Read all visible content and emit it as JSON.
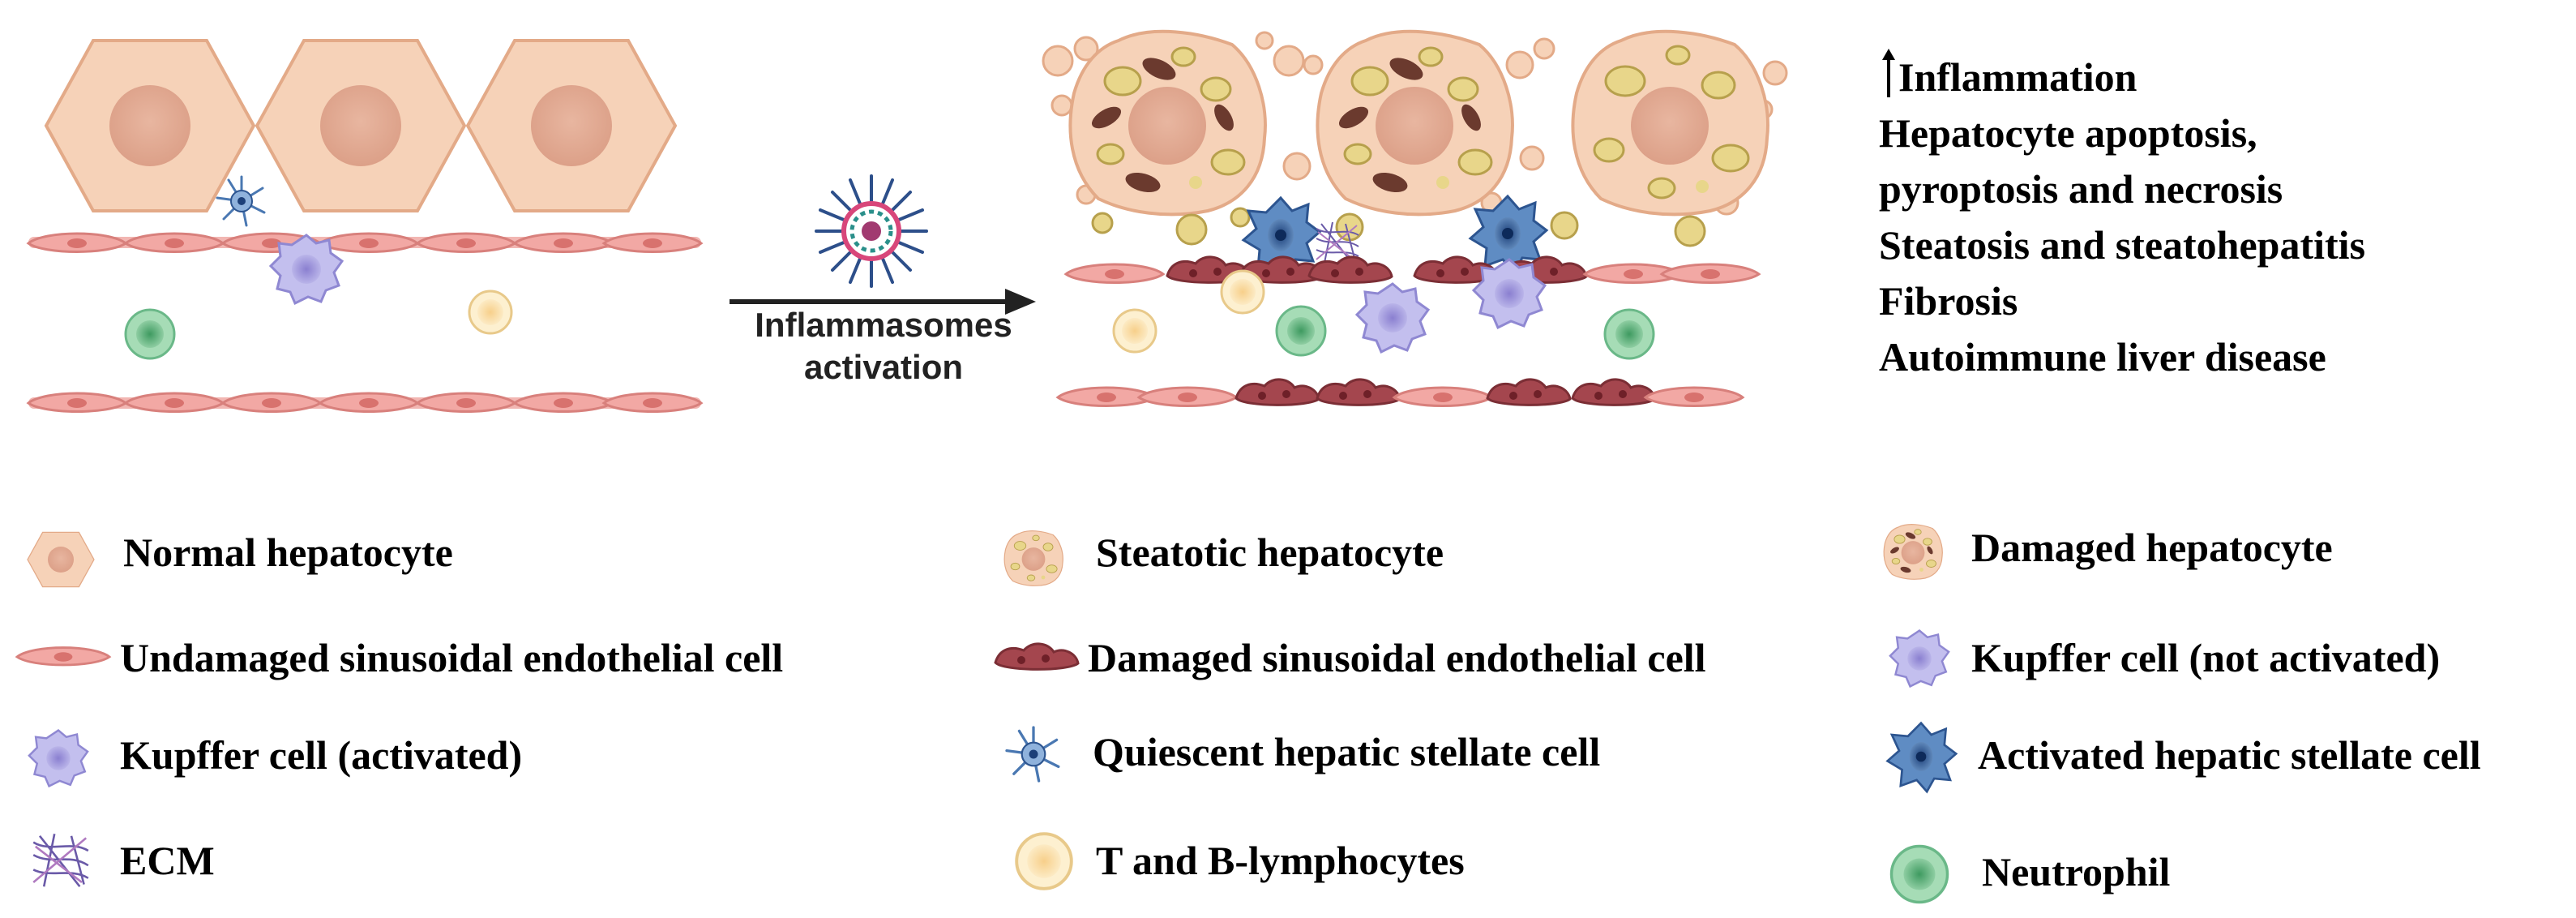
{
  "arrow": {
    "label_line1": "Inflammasomes",
    "label_line2": "activation"
  },
  "outcomes": {
    "items": [
      "Inflammation",
      "Hepatocyte apoptosis,",
      "pyroptosis and necrosis",
      "Steatosis and steatohepatitis",
      "Fibrosis",
      "Autoimmune liver disease"
    ]
  },
  "legend": {
    "items": [
      {
        "label": "Normal hepatocyte",
        "icon": "normal-hepatocyte-icon"
      },
      {
        "label": "Steatotic hepatocyte",
        "icon": "steatotic-hepatocyte-icon"
      },
      {
        "label": "Damaged hepatocyte",
        "icon": "damaged-hepatocyte-icon"
      },
      {
        "label": "Undamaged sinusoidal endothelial cell",
        "icon": "undamaged-endothelial-cell-icon"
      },
      {
        "label": "Damaged sinusoidal endothelial cell",
        "icon": "damaged-endothelial-cell-icon"
      },
      {
        "label": "Kupffer cell (not activated)",
        "icon": "kupffer-cell-not-activated-icon"
      },
      {
        "label": "Kupffer cell (activated)",
        "icon": "kupffer-cell-activated-icon"
      },
      {
        "label": "Quiescent hepatic stellate cell",
        "icon": "quiescent-stellate-cell-icon"
      },
      {
        "label": "Activated hepatic stellate cell",
        "icon": "activated-stellate-cell-icon"
      },
      {
        "label": "ECM",
        "icon": "ecm-icon"
      },
      {
        "label": "T and B-lymphocytes",
        "icon": "lymphocyte-icon"
      },
      {
        "label": "Neutrophil",
        "icon": "neutrophil-icon"
      }
    ]
  },
  "colors": {
    "hepatocyte_fill": "#f6d2b8",
    "hepatocyte_stroke": "#e3aa88",
    "nucleus": "#e2a98f",
    "endothelial": "#f2a8a4",
    "damaged_endothelial": "#a4464e",
    "kupffer": "#b8b4e6",
    "stellate": "#3f6fa8",
    "lymphocyte": "#fbe3b0",
    "neutrophil": "#5ab07a",
    "fat_droplet": "#e8d68a"
  }
}
